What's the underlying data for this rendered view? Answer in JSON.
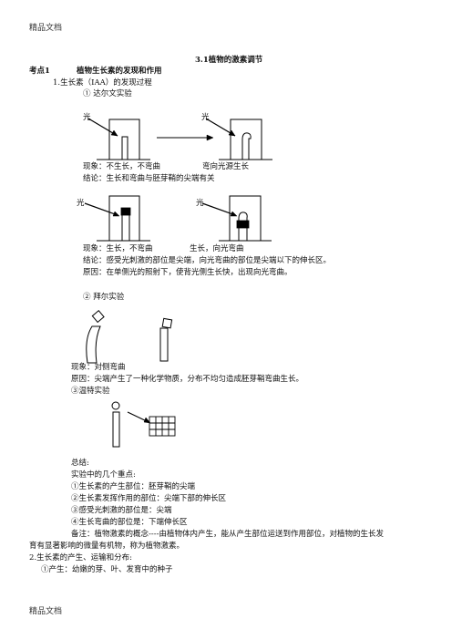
{
  "header": "精品文档",
  "footer": "精品文档",
  "title": "3.1植物的激素调节",
  "section": {
    "label": "考点1",
    "heading": "植物生长素的发现和作用"
  },
  "item1": "1.生长素（IAA）的发现过程",
  "darwin": {
    "heading": "① 达尔文实验",
    "light_left": "光",
    "light_right": "光",
    "phen1": "现象：不生长，不弯曲",
    "phen1b": "弯向光源生长",
    "concl1": "结论：生长和弯曲与胚芽鞘的尖端有关",
    "light_left2": "光",
    "light_right2": "光",
    "phen2": "现象：生长，不弯曲",
    "phen2b": "生长，向光弯曲",
    "concl2": "结论：感受光刺激的部位是尖端，向光弯曲的部位是尖端以下的伸长区。",
    "reason2": "原因：在单侧光的照射下，使背光侧生长快，出现向光弯曲。"
  },
  "paal": {
    "heading": "② 拜尔实验",
    "phen": "现象：对侧弯曲",
    "reason": "原因：尖端产生了一种化学物质，分布不均匀造成胚芽鞘弯曲生长。"
  },
  "went": {
    "heading": "③温特实验"
  },
  "summary": {
    "title": "总结:",
    "points_title": "实验中的几个重点:",
    "p1": "①生长素的产生部位：胚芽鞘的尖端",
    "p2": "②生长素发挥作用的部位：尖端下部的伸长区",
    "p3": "③感受光刺激的部位是：尖端",
    "p4": "④生长弯曲的部位是：下端伸长区",
    "note1": "备注：植物激素的概念----由植物体内产生，能从产生部位运送到作用部位，对植物的生长发",
    "note2": "育有显著影响的微量有机物，称为植物激素。"
  },
  "item2": "2.生长素的产生、运输和分布:",
  "item2a": "①产生：幼嫩的芽、叶、发育中的种子"
}
